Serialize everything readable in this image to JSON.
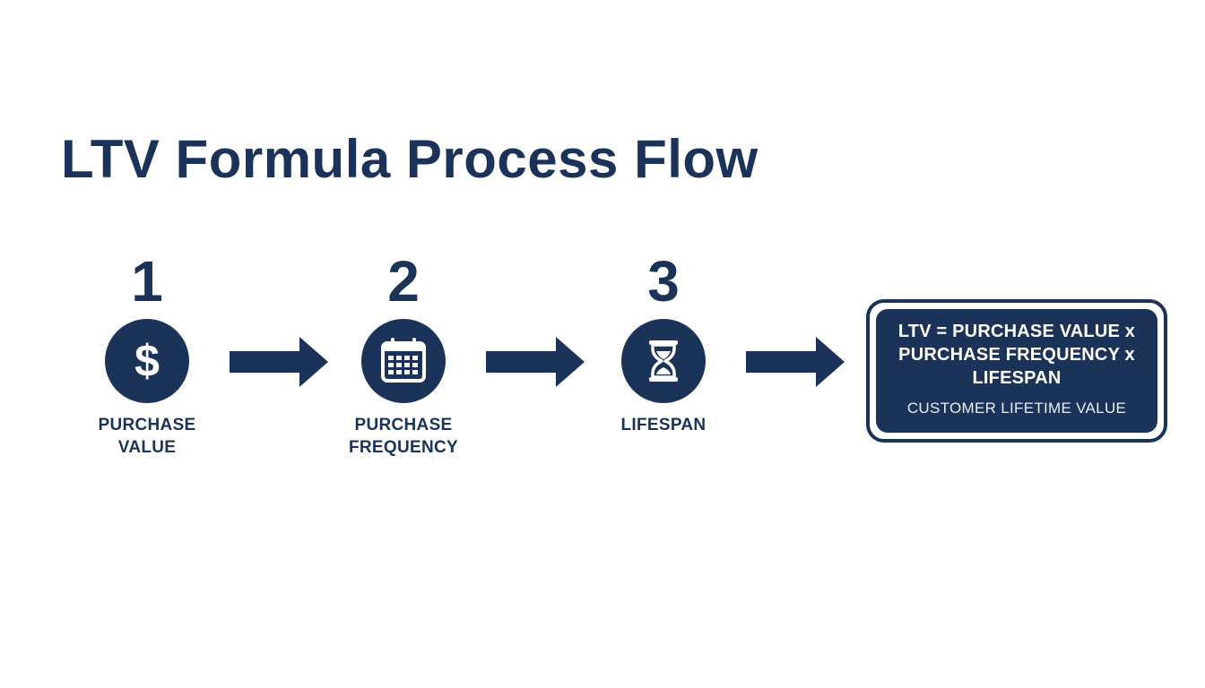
{
  "title": "LTV Formula Process Flow",
  "colors": {
    "primary": "#1b3358",
    "background": "#ffffff"
  },
  "steps": [
    {
      "number": "1",
      "icon": "dollar-icon",
      "label": "PURCHASE VALUE"
    },
    {
      "number": "2",
      "icon": "calendar-icon",
      "label": "PURCHASE FREQUENCY"
    },
    {
      "number": "3",
      "icon": "hourglass-icon",
      "label": "LIFESPAN"
    }
  ],
  "result": {
    "formula": "LTV = PURCHASE VALUE x PURCHASE FREQUENCY x LIFESPAN",
    "caption": "CUSTOMER LIFETIME VALUE"
  }
}
